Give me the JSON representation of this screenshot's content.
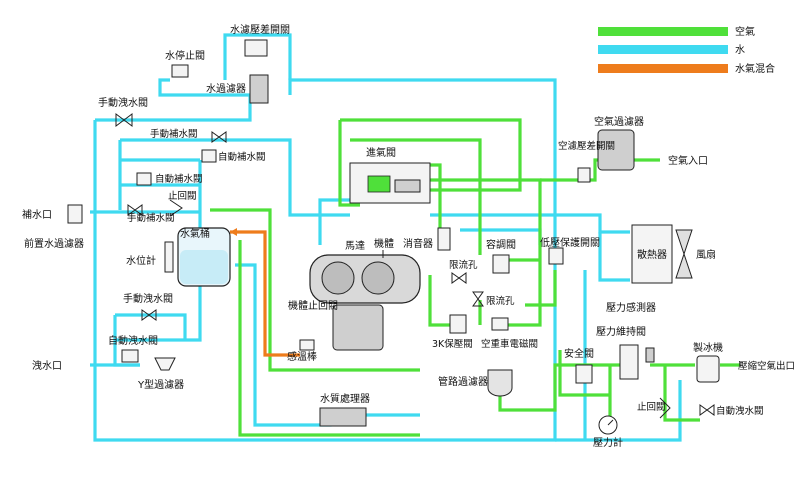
{
  "legend": [
    {
      "label": "空氣",
      "color": "#4fe03a"
    },
    {
      "label": "水",
      "color": "#3fdaf0"
    },
    {
      "label": "水氣混合",
      "color": "#ee7c1c"
    }
  ],
  "labels": {
    "water_filter_dp_switch": "水濾壓差開關",
    "water_stop_valve": "水停止閥",
    "water_filter": "水過濾器",
    "manual_drain_valve_top": "手動洩水閥",
    "manual_makeup_valve_1": "手動補水閥",
    "auto_makeup_valve_1": "自動補水閥",
    "auto_makeup_valve_2": "自動補水閥",
    "check_valve_tank": "止回閥",
    "manual_makeup_valve_2": "手動補水閥",
    "makeup_port": "補水口",
    "pre_water_filter": "前置水過濾器",
    "water_tank": "水氣桶",
    "level_gauge": "水位計",
    "manual_drain_valve_bottom": "手動洩水閥",
    "auto_drain_valve": "自動洩水閥",
    "drain_port": "洩水口",
    "y_filter": "Y型過濾器",
    "intake_valve": "進氣閥",
    "motor": "馬達",
    "machine_body": "機體",
    "silencer": "消音器",
    "body_check_valve": "機體止回閥",
    "temp_sensor": "感溫棒",
    "water_treatment": "水質處理器",
    "restrictor_1": "限流孔",
    "restrictor_2": "限流孔",
    "capacity_valve": "容調閥",
    "low_pressure_switch": "低壓保護開關",
    "protect_valve_3k": "3K保壓閥",
    "unload_solenoid": "空重車電磁閥",
    "air_filter": "空氣過濾器",
    "air_filter_dp_switch": "空濾壓差開關",
    "air_inlet": "空氣入口",
    "radiator": "散熱器",
    "fan": "風扇",
    "pressure_sensor": "壓力感測器",
    "pressure_hold_valve": "壓力維持閥",
    "safety_valve": "安全閥",
    "pipe_filter": "管路過濾器",
    "check_valve_out": "止回閥",
    "pressure_gauge": "壓力計",
    "ice_machine": "製冰機",
    "compressed_air_out": "壓縮空氣出口",
    "auto_drain_valve_out": "自動洩水閥"
  }
}
